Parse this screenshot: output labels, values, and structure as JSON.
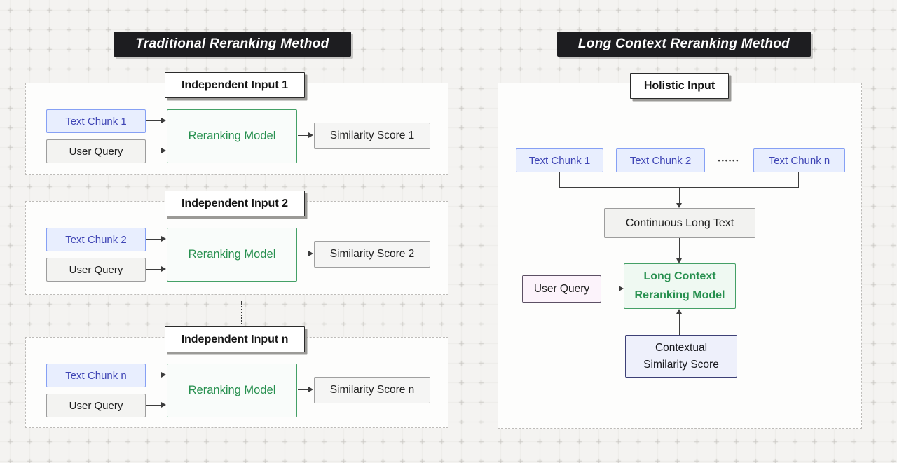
{
  "titles": {
    "left": "Traditional Reranking Method",
    "right": "Long Context Reranking Method"
  },
  "left_panel": {
    "sections": [
      {
        "label": "Independent Input 1",
        "chunk": "Text Chunk 1",
        "query": "User Query",
        "model": "Reranking Model",
        "score": "Similarity Score 1"
      },
      {
        "label": "Independent Input 2",
        "chunk": "Text Chunk 2",
        "query": "User Query",
        "model": "Reranking Model",
        "score": "Similarity Score 2"
      },
      {
        "label": "Independent Input n",
        "chunk": "Text Chunk n",
        "query": "User Query",
        "model": "Reranking Model",
        "score": "Similarity Score n"
      }
    ]
  },
  "right_panel": {
    "label": "Holistic Input",
    "chunks": [
      "Text Chunk 1",
      "Text Chunk 2",
      "Text Chunk n"
    ],
    "ellipsis": "••••••",
    "long_text": "Continuous Long Text",
    "query": "User Query",
    "model": "Long Context\nReranking Model",
    "score": "Contextual\nSimilarity Score"
  },
  "colors": {
    "banner_bg": "#1d1d20",
    "chunk_bg": "#e8eefe",
    "chunk_border": "#86a0f4",
    "chunk_text": "#3f45b5",
    "model_bg": "#f9fcfa",
    "model_border": "#44a066",
    "model_text": "#27904f",
    "neutral_bg": "#f3f3f1",
    "neutral_border": "#9d9d9d",
    "query_right_bg": "#fcf3fb",
    "query_right_border": "#5c5064",
    "score_right_bg": "#eef0fb",
    "score_right_border": "#3d4076",
    "arrow": "#3d3d3d",
    "page_bg": "#f4f3f1"
  }
}
